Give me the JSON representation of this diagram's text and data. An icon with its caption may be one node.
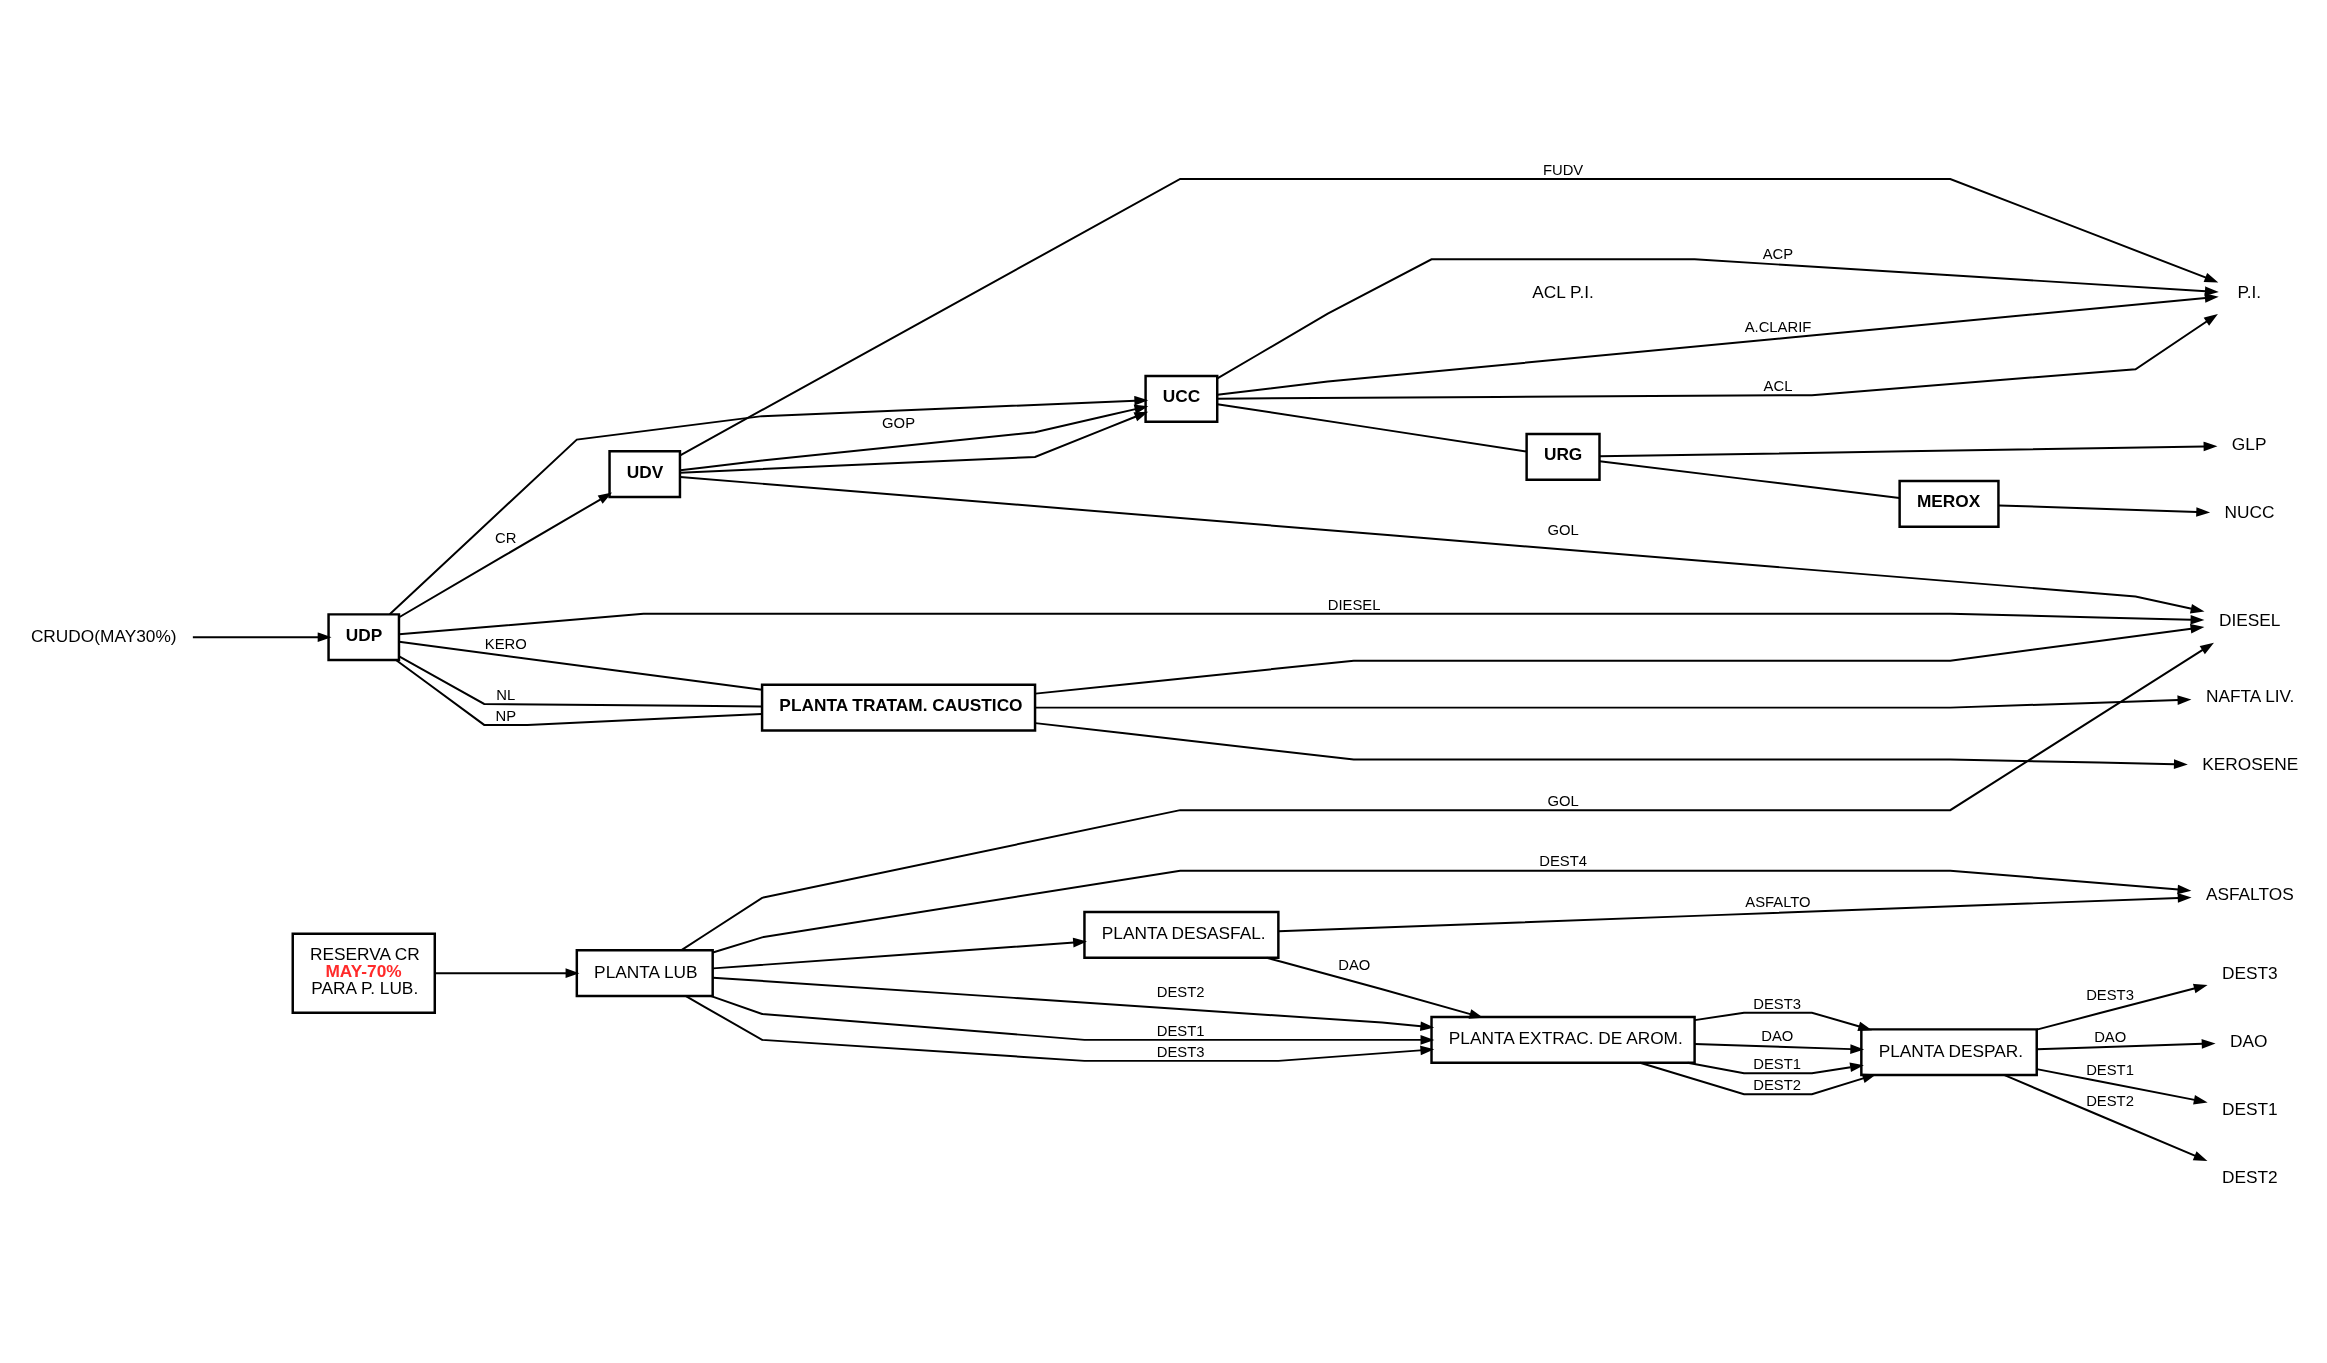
{
  "diagram": {
    "nodes": [
      {
        "text": [
          "CRUDO(MAY30%)"
        ]
      },
      {
        "text": [
          "UDP"
        ]
      },
      {
        "text": [
          "PLANTA TRATAM. CAUSTICO"
        ]
      },
      {
        "text": [
          "UDV"
        ]
      },
      {
        "text": [
          "UCC"
        ]
      },
      {
        "text": [
          "URG"
        ]
      },
      {
        "text": [
          "MEROX"
        ]
      },
      {
        "text": [
          "RESERVA CR",
          "MAY-70%",
          "PARA P. LUB."
        ]
      },
      {
        "text": [
          "PLANTA LUB"
        ]
      },
      {
        "text": [
          "PLANTA EXTRAC. DE AROM."
        ]
      },
      {
        "text": [
          "PLANTA DESPAR."
        ]
      },
      {
        "text": [
          "PLANTA DESASFAL."
        ]
      },
      {
        "text": [
          "NAFTA LIV."
        ]
      },
      {
        "text": [
          "KEROSENE"
        ]
      },
      {
        "text": [
          "DIESEL"
        ]
      },
      {
        "text": [
          "GLP"
        ]
      },
      {
        "text": [
          "NUCC"
        ]
      },
      {
        "text": [
          "P.I."
        ]
      },
      {
        "text": [
          "DEST1"
        ]
      },
      {
        "text": [
          "DEST2"
        ]
      },
      {
        "text": [
          "DEST3"
        ]
      },
      {
        "text": [
          "DAO"
        ]
      },
      {
        "text": [
          "ASFALTOS"
        ]
      }
    ],
    "edges": [
      {
        "from": 0,
        "to": 1,
        "arrow": "to"
      },
      {
        "from": 1,
        "to": 2,
        "label": "NL",
        "arrow": "none"
      },
      {
        "from": 1,
        "to": 2,
        "label": "NP",
        "arrow": "none"
      },
      {
        "from": 1,
        "to": 2,
        "label": "KERO",
        "arrow": "none"
      },
      {
        "from": 1,
        "to": 14,
        "label": "DIESEL",
        "arrow": "to"
      },
      {
        "from": 2,
        "to": 12,
        "arrow": "to"
      },
      {
        "from": 2,
        "to": 13,
        "arrow": "to"
      },
      {
        "from": 2,
        "to": 14,
        "arrow": "to"
      },
      {
        "from": 1,
        "to": 3,
        "label": "CR",
        "arrow": "to"
      },
      {
        "from": 1,
        "to": 4,
        "arrow": "to"
      },
      {
        "from": 3,
        "to": 14,
        "label": "GOL",
        "arrow": "to"
      },
      {
        "from": 3,
        "to": 4,
        "label": "GOP",
        "arrow": "to"
      },
      {
        "from": 3,
        "to": 4,
        "arrow": "to"
      },
      {
        "from": 3,
        "to": 17,
        "label": "FUDV",
        "arrow": "to"
      },
      {
        "from": 4,
        "to": 5,
        "arrow": "none"
      },
      {
        "from": 5,
        "to": 15,
        "arrow": "to"
      },
      {
        "from": 5,
        "to": 6,
        "arrow": "none"
      },
      {
        "from": 6,
        "to": 16,
        "arrow": "to"
      },
      {
        "from": 4,
        "to": 17,
        "label": "ACL",
        "arrow": "to"
      },
      {
        "from": 4,
        "to": 17,
        "label": "ACP",
        "arrow": "to"
      },
      {
        "from": 4,
        "to": 17,
        "label": "A.CLARIF",
        "arrow": "to"
      },
      {
        "from": 7,
        "to": 8,
        "arrow": "to"
      },
      {
        "from": 8,
        "to": 14,
        "label": "GOL",
        "arrow": "to"
      },
      {
        "from": 8,
        "to": 9,
        "label": "DEST1",
        "arrow": "to"
      },
      {
        "from": 8,
        "to": 9,
        "label": "DEST2",
        "arrow": "to"
      },
      {
        "from": 8,
        "to": 9,
        "label": "DEST3",
        "arrow": "to"
      },
      {
        "from": 8,
        "to": 22,
        "label": "DEST4",
        "arrow": "to"
      },
      {
        "from": 8,
        "to": 11,
        "arrow": "to"
      },
      {
        "from": 11,
        "to": 9,
        "label": "DAO",
        "arrow": "to"
      },
      {
        "from": 11,
        "to": 22,
        "label": "ASFALTO",
        "arrow": "to"
      },
      {
        "from": 9,
        "to": 10,
        "label": "DEST1",
        "arrow": "to"
      },
      {
        "from": 9,
        "to": 10,
        "label": "DEST2",
        "arrow": "to"
      },
      {
        "from": 9,
        "to": 10,
        "label": "DEST3",
        "arrow": "to"
      },
      {
        "from": 9,
        "to": 10,
        "label": "DAO",
        "arrow": "to"
      },
      {
        "from": 10,
        "to": 18,
        "label": "DEST1",
        "arrow": "to"
      },
      {
        "from": 10,
        "to": 19,
        "label": "DEST2",
        "arrow": "to"
      },
      {
        "from": 10,
        "to": 20,
        "label": "DEST3",
        "arrow": "to"
      },
      {
        "from": 10,
        "to": 21,
        "label": "DAO",
        "arrow": "to"
      }
    ],
    "labels": [
      "ACL P.I."
    ]
  }
}
